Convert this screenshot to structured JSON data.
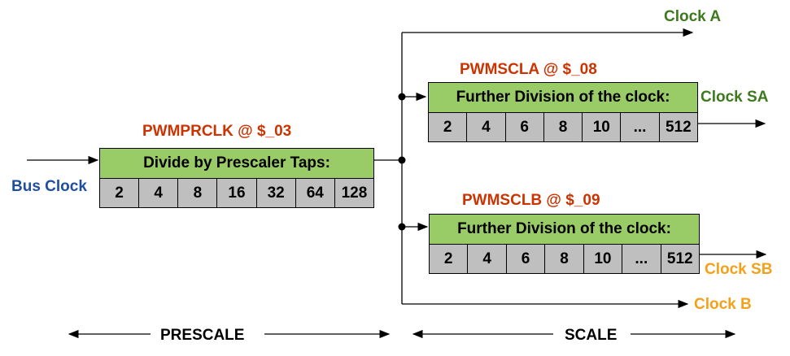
{
  "prescaler": {
    "register": "PWMPRCLK @ $_03",
    "title": "Divide by Prescaler Taps:",
    "taps": [
      "2",
      "4",
      "8",
      "16",
      "32",
      "64",
      "128"
    ]
  },
  "scaler_a": {
    "register": "PWMSCLA @ $_08",
    "title": "Further Division of the clock:",
    "taps": [
      "2",
      "4",
      "6",
      "8",
      "10",
      "...",
      "512"
    ]
  },
  "scaler_b": {
    "register": "PWMSCLB @ $_09",
    "title": "Further Division of the clock:",
    "taps": [
      "2",
      "4",
      "6",
      "8",
      "10",
      "...",
      "512"
    ]
  },
  "signals": {
    "bus_clock": "Bus Clock",
    "clock_a": "Clock A",
    "clock_sa": "Clock SA",
    "clock_sb": "Clock SB",
    "clock_b": "Clock B"
  },
  "sections": {
    "prescale": "PRESCALE",
    "scale": "SCALE"
  },
  "colors": {
    "register_label": "#cc3300",
    "bus_clock": "#1f4e9e",
    "clock_a_sa": "#3d7a1e",
    "clock_b_sb": "#f5a01a",
    "title_fill": "#99cc66",
    "tap_fill": "#bfbfbf"
  }
}
